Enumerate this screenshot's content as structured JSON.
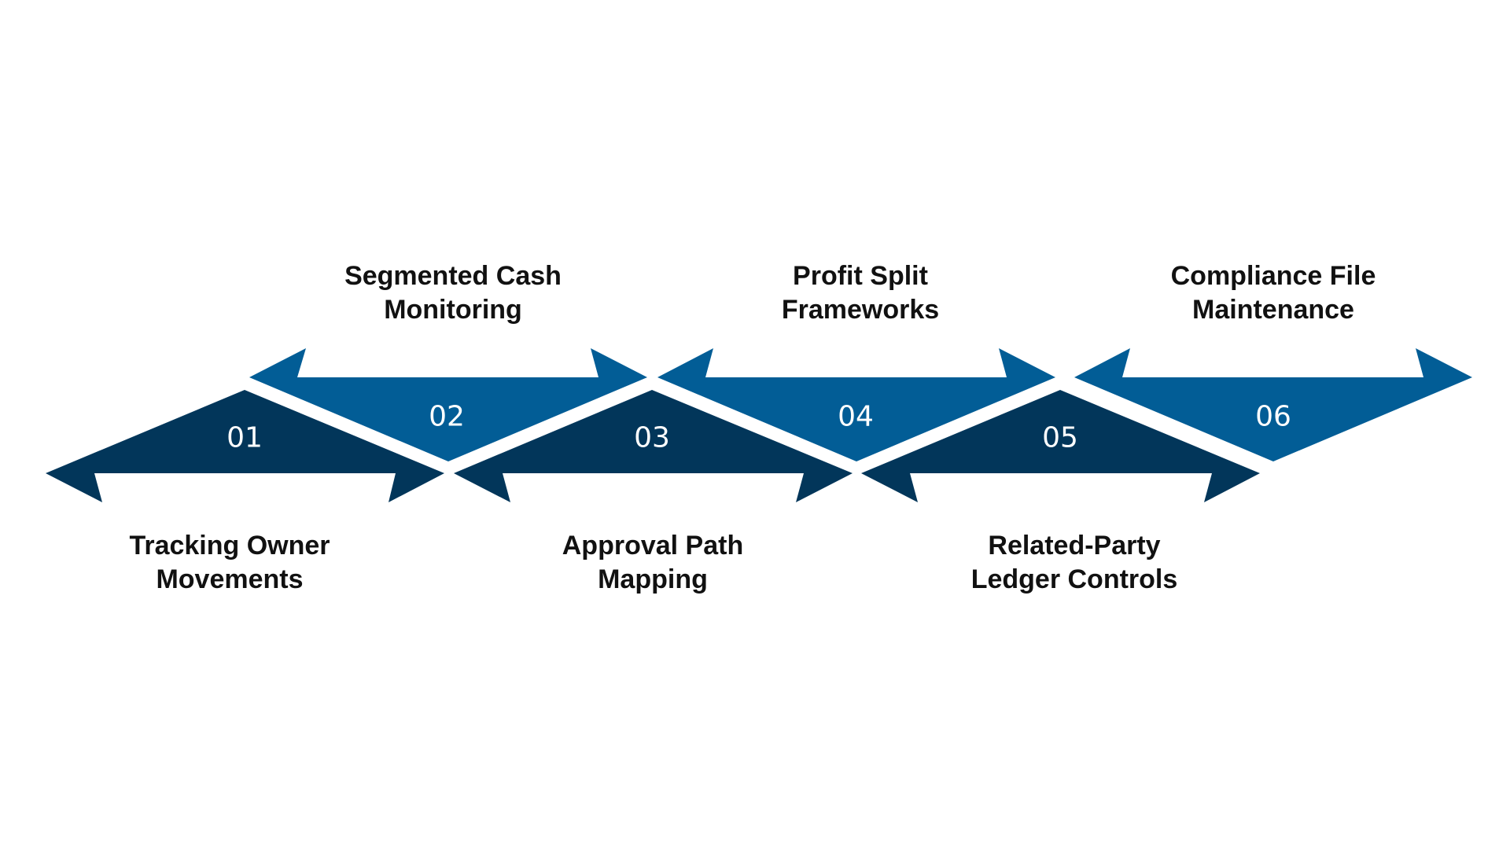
{
  "colors": {
    "dark_navy": "#02365A",
    "medium_blue": "#025D96",
    "label_text": "#111111",
    "number_text": "#FFFFFF",
    "background": "#FFFFFF"
  },
  "steps": [
    {
      "number": "01",
      "label_line1": "Tracking Owner",
      "label_line2": "Movements",
      "color_key": "dark_navy"
    },
    {
      "number": "02",
      "label_line1": "Segmented Cash",
      "label_line2": "Monitoring",
      "color_key": "medium_blue"
    },
    {
      "number": "03",
      "label_line1": "Approval Path",
      "label_line2": "Mapping",
      "color_key": "dark_navy"
    },
    {
      "number": "04",
      "label_line1": "Profit Split",
      "label_line2": "Frameworks",
      "color_key": "medium_blue"
    },
    {
      "number": "05",
      "label_line1": "Related-Party",
      "label_line2": "Ledger Controls",
      "color_key": "dark_navy"
    },
    {
      "number": "06",
      "label_line1": "Compliance File",
      "label_line2": "Maintenance",
      "color_key": "medium_blue"
    }
  ]
}
